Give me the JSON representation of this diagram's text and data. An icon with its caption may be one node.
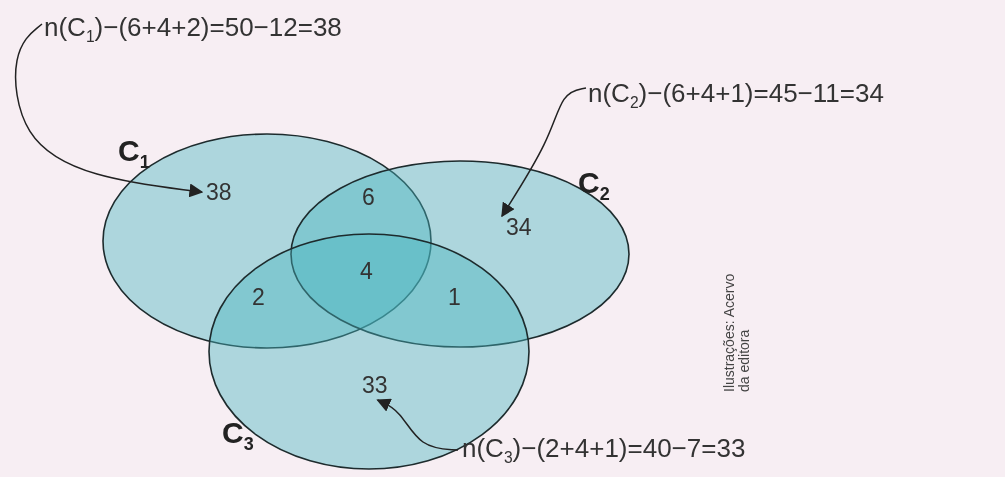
{
  "diagram": {
    "nodes": [
      {
        "text": [
          "C$_{1}$"
        ]
      },
      {
        "text": [
          "C$_{2}$"
        ]
      },
      {
        "text": [
          "C$_{3}$"
        ]
      },
      {
        "text": [
          "38"
        ],
        "in": 0
      },
      {
        "text": [
          "34"
        ],
        "in": 1
      },
      {
        "text": [
          "33"
        ],
        "in": 2
      },
      {
        "text": [
          "n(C$_{1}$)−(6+4+2)=50−12=38"
        ]
      },
      {
        "text": [
          "n(C$_{2}$)−(6+4+1)=45−11=34"
        ]
      },
      {
        "text": [
          "n(C$_{3}$)−(2+4+1)=40−7=33"
        ]
      }
    ],
    "edges": [
      {
        "from": 6,
        "to": 3,
        "arrow": "to"
      },
      {
        "from": 7,
        "to": 4,
        "arrow": "to"
      },
      {
        "from": 8,
        "to": 5,
        "arrow": "to"
      }
    ],
    "labels": [
      "6",
      "4",
      "2",
      "1",
      "Ilustrações: Acervo da editora"
    ]
  }
}
